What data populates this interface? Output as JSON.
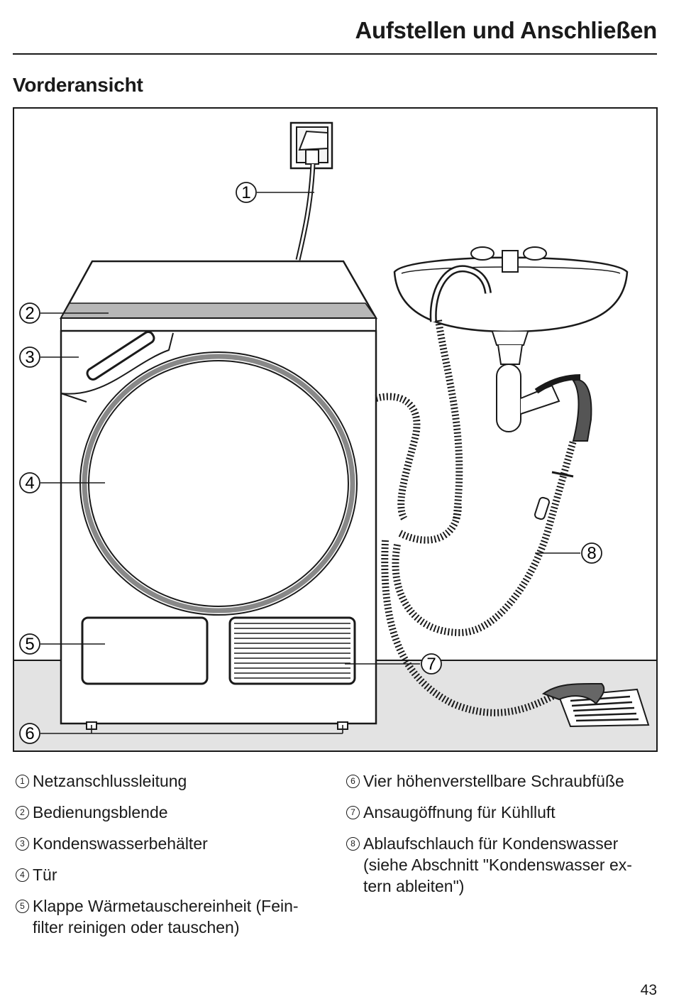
{
  "header": {
    "title": "Aufstellen und Anschließen"
  },
  "section": {
    "title": "Vorderansicht"
  },
  "callouts": [
    "1",
    "2",
    "3",
    "4",
    "5",
    "6",
    "7",
    "8"
  ],
  "legend_left": [
    {
      "num": "1",
      "text": "Netzanschlussleitung"
    },
    {
      "num": "2",
      "text": "Bedienungsblende"
    },
    {
      "num": "3",
      "text": "Kondenswasserbehälter"
    },
    {
      "num": "4",
      "text": "Tür"
    },
    {
      "num": "5",
      "text": "Klappe Wärmetauschereinheit (Fein-filter reinigen oder tauschen)"
    }
  ],
  "legend_right": [
    {
      "num": "6",
      "text": "Vier höhenverstellbare Schraubfüße"
    },
    {
      "num": "7",
      "text": "Ansaugöffnung für Kühlluft"
    },
    {
      "num": "8",
      "text": "Ablaufschlauch für Kondenswasser (siehe Abschnitt \"Kondenswasser ex-tern ableiten\")"
    }
  ],
  "page_number": "43"
}
